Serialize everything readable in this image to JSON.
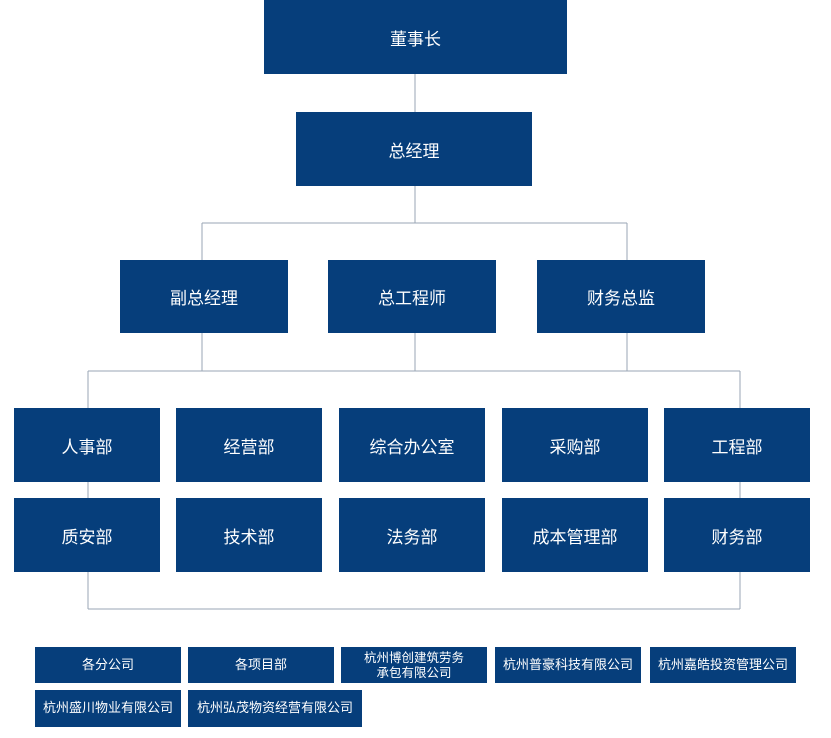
{
  "chairman": "董事长",
  "general_manager": "总经理",
  "executives": [
    "副总经理",
    "总工程师",
    "财务总监"
  ],
  "departments_row1": [
    "人事部",
    "经营部",
    "综合办公室",
    "采购部",
    "工程部"
  ],
  "departments_row2": [
    "质安部",
    "技术部",
    "法务部",
    "成本管理部",
    "财务部"
  ],
  "subsidiaries": [
    "各分公司",
    "各项目部",
    "杭州博创建筑劳务\n承包有限公司",
    "杭州普豪科技有限公司",
    "杭州嘉皓投资管理公司",
    "杭州盛川物业有限公司",
    "杭州弘茂物资经营有限公司"
  ],
  "colors": {
    "box": "#063e7b",
    "line": "#9aa6b4",
    "text": "#ffffff"
  }
}
